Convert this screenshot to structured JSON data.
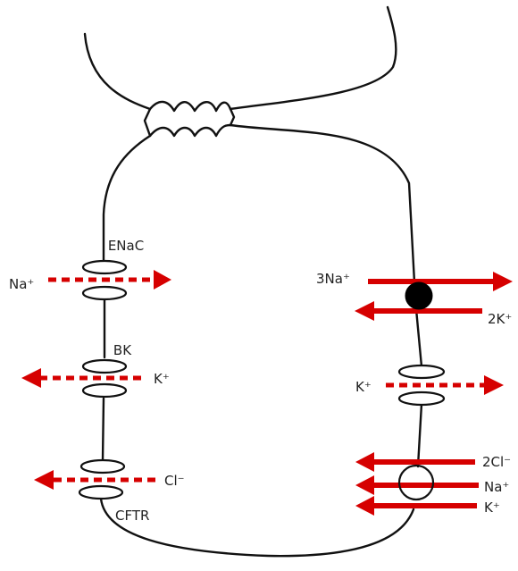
{
  "diagram": {
    "colors": {
      "arrow": "#d60000",
      "membrane": "#111111",
      "background": "#ffffff"
    },
    "apical": {
      "enac_label": "ENaC",
      "enac_ion": "Na⁺",
      "bk_label": "BK",
      "bk_ion": "K⁺",
      "cftr_label": "CFTR",
      "cftr_ion": "Cl⁻"
    },
    "basolateral": {
      "pump_in_ion": "3Na⁺",
      "pump_out_ion": "2K⁺",
      "k_channel_ion": "K⁺",
      "cotransport_ions": [
        "2Cl⁻",
        "Na⁺",
        "K⁺"
      ]
    }
  }
}
